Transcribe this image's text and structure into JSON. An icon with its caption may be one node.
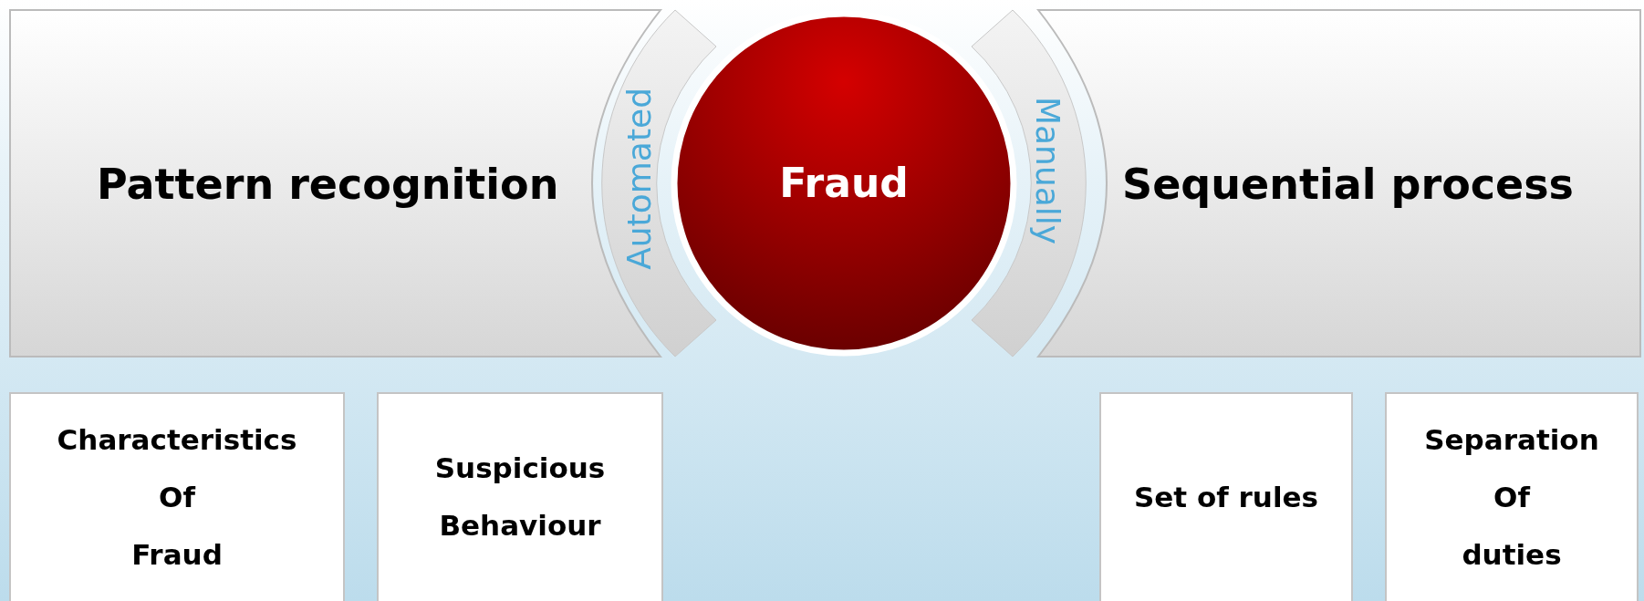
{
  "diagram": {
    "nodes": [
      {
        "text": [
          "Pattern recognition"
        ]
      },
      {
        "text": [
          "Automated"
        ]
      },
      {
        "text": [
          "Fraud"
        ]
      },
      {
        "text": [
          "Manually"
        ]
      },
      {
        "text": [
          "Sequential process"
        ]
      },
      {
        "text": [
          "Characteristics Of Fraud"
        ]
      },
      {
        "text": [
          "Suspicious Behaviour"
        ]
      },
      {
        "text": [
          "Set of rules"
        ]
      },
      {
        "text": [
          "Separation Of duties"
        ]
      }
    ]
  }
}
